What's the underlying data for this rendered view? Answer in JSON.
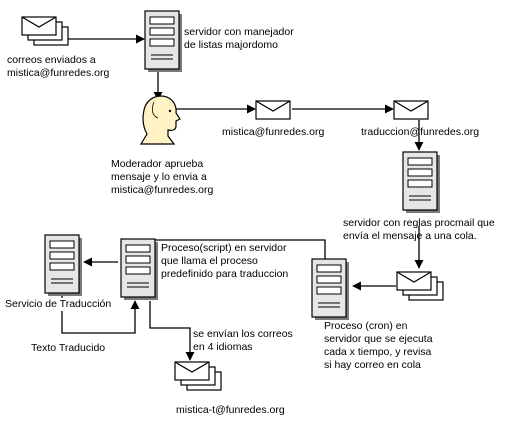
{
  "colors": {
    "stroke": "#000000",
    "background": "#ffffff",
    "server_face": "#e6e6e6",
    "server_shadow": "#7a7a7a",
    "head_fill": "#fff2c4"
  },
  "icons": {
    "envelope": "envelope-icon",
    "envelope_stack": "envelope-stack-icon",
    "server": "server-icon",
    "person": "person-head-icon"
  },
  "labels": {
    "incoming_mail": "correos enviados a\nmistica@funredes.org",
    "list_server": "servidor con manejador\nde listas majordomo",
    "moderator": "Moderador aprueba\nmensaje y lo envia a\nmistica@funredes.org",
    "mistica_addr": "mistica@funredes.org",
    "traduccion_addr": "traduccion@funredes.org",
    "procmail_server": "servidor con reglas procmail que\nenvía el mensaje a una cola.",
    "script_process": "Proceso(script) en servidor\nque llama el proceso\npredefinido para traduccion",
    "translation_service": "Servicio de Traducción",
    "translated_text": "Texto Traducido",
    "four_languages": "se envían los correos\nen 4 idiomas",
    "cron_process": "Proceso (cron) en\nservidor que se ejecuta\ncada x tiempo, y revisa\nsi hay correo en cola",
    "output_addr": "mistica-t@funredes.org"
  }
}
